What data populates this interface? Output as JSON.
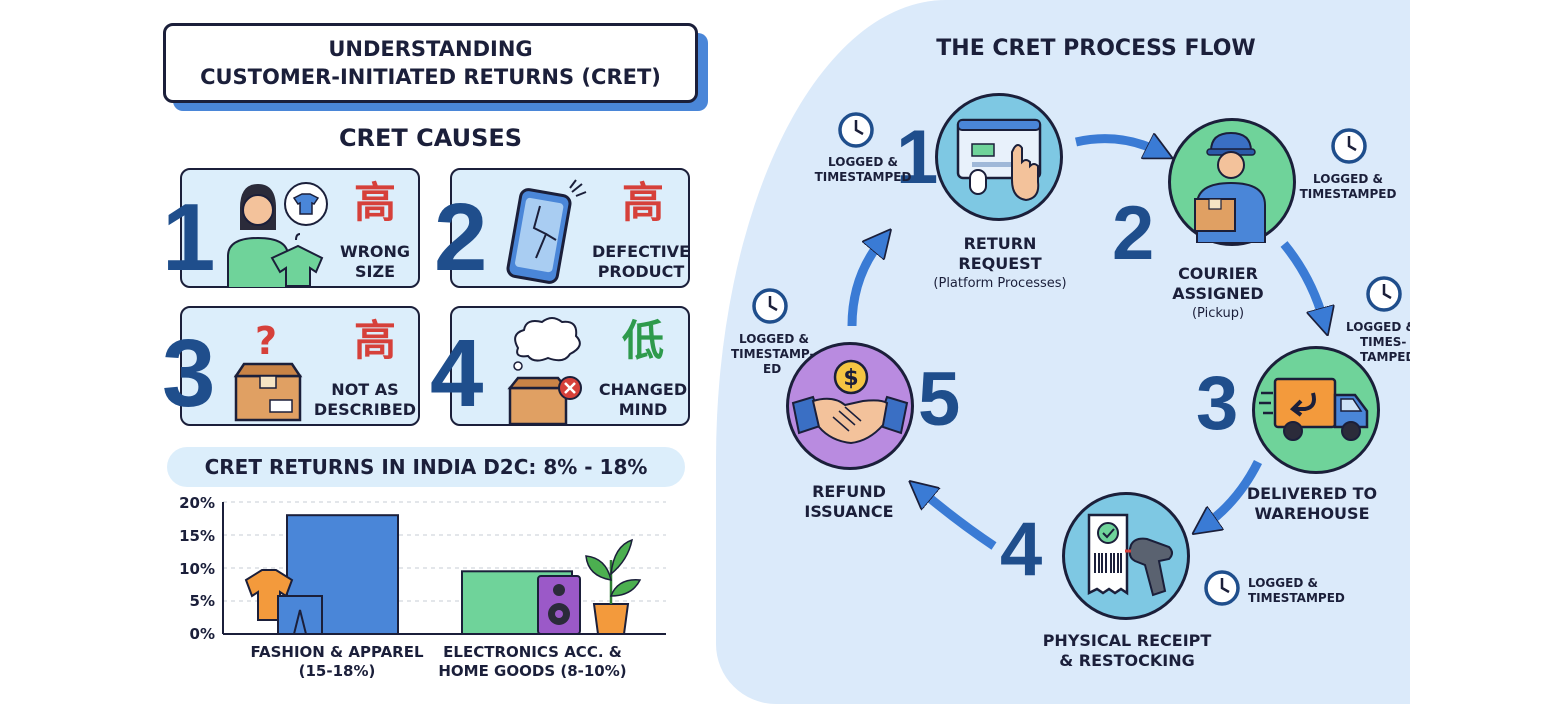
{
  "title": {
    "line1": "UNDERSTANDING",
    "line2": "CUSTOMER-INITIATED RETURNS (CRET)"
  },
  "causes": {
    "heading": "CRET CAUSES",
    "items": [
      {
        "number": "1",
        "level": "高",
        "label_line1": "WRONG",
        "label_line2": "SIZE",
        "icon": "person-with-shirt-icon"
      },
      {
        "number": "2",
        "level": "高",
        "label_line1": "DEFECTIVE",
        "label_line2": "PRODUCT",
        "icon": "cracked-phone-icon"
      },
      {
        "number": "3",
        "level": "高",
        "label_line1": "NOT AS",
        "label_line2": "DESCRIBED",
        "icon": "question-box-icon"
      },
      {
        "number": "4",
        "level": "低",
        "label_line1": "CHANGED",
        "label_line2": "MIND",
        "icon": "thought-box-icon"
      }
    ]
  },
  "returns": {
    "heading": "CRET RETURNS IN INDIA D2C: 8% - 18%"
  },
  "chart_data": {
    "type": "bar",
    "categories": [
      "FASHION & APPAREL (15-18%)",
      "ELECTRONICS ACC. & HOME GOODS (8-10%)"
    ],
    "category_lines": [
      [
        "FASHION & APPAREL",
        "(15-18%)"
      ],
      [
        "ELECTRONICS ACC. &",
        "HOME GOODS (8-10%)"
      ]
    ],
    "values": [
      18,
      9.5
    ],
    "ylim": [
      0,
      20
    ],
    "yticks": [
      "0%",
      "5%",
      "10%",
      "15%",
      "20%"
    ],
    "bar_colors": [
      "#4a86d8",
      "#6fd39a"
    ],
    "grid": true
  },
  "flow": {
    "heading": "THE CRET PROCESS FLOW",
    "logged_line1": "LOGGED &",
    "steps": [
      {
        "number": "1",
        "label_line1": "RETURN",
        "label_line2": "REQUEST",
        "sub": "(Platform Processes)",
        "log_line2": "TIMESTAMPED",
        "icon": "click-screen-icon"
      },
      {
        "number": "2",
        "label_line1": "COURIER",
        "label_line2": "ASSIGNED",
        "sub": "(Pickup)",
        "log_line2": "TIMESTAMPED",
        "icon": "courier-icon"
      },
      {
        "number": "3",
        "label_line1": "DELIVERED TO",
        "label_line2": "WAREHOUSE",
        "sub": "",
        "log_line2": "TIMES-",
        "log_line3": "TAMPED",
        "icon": "delivery-truck-icon"
      },
      {
        "number": "4",
        "label_line1": "PHYSICAL RECEIPT",
        "label_line2": "& RESTOCKING",
        "sub": "",
        "log_line2": "TIMESTAMPED",
        "icon": "barcode-scanner-icon"
      },
      {
        "number": "5",
        "label_line1": "REFUND",
        "label_line2": "ISSUANCE",
        "sub": "",
        "log_line2": "TIMESTAMP-",
        "log_line3": "ED",
        "icon": "handshake-coin-icon"
      }
    ]
  },
  "colors": {
    "navy": "#1f4e8c",
    "high": "#d6403a",
    "low": "#2e9a4c",
    "panel": "#dbeafa",
    "card": "#dceefb"
  }
}
